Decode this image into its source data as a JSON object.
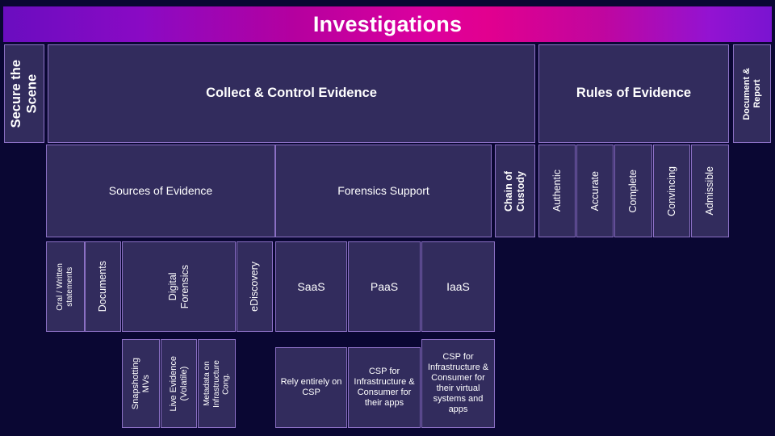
{
  "title": "Investigations",
  "colors": {
    "background": "#0a0733",
    "node_fill": "#322c5d",
    "node_border": "#8b70c4",
    "banner_start": "#6a0dc0",
    "banner_mid": "#dc009e",
    "banner_end": "#7a14d1",
    "text": "#ffffff"
  },
  "rows": {
    "row1": {
      "secure_the_scene": "Secure the\nScene",
      "collect_control_evidence": "Collect & Control Evidence",
      "rules_of_evidence": "Rules of Evidence",
      "document_report": "Document &\nReport"
    },
    "row2": {
      "sources_of_evidence": "Sources of Evidence",
      "forensics_support": "Forensics Support",
      "chain_of_custody": "Chain of\nCustody",
      "authentic": "Authentic",
      "accurate": "Accurate",
      "complete": "Complete",
      "convincing": "Convincing",
      "admissible": "Admissible"
    },
    "row3": {
      "oral_written_statements": "Oral / Written\nstatements",
      "documents": "Documents",
      "digital_forensics": "Digital\nForensics",
      "ediscovery": "eDiscovery",
      "saas": "SaaS",
      "paas": "PaaS",
      "iaas": "IaaS"
    },
    "row4": {
      "snapshotting_mvs": "Snapshotting\nMVs",
      "live_evidence_volatile": "Live Evidence\n(Volatile)",
      "metadata_on_infrastructure_cong": "Metadata on\nInfrastructure\nCong.",
      "saas_detail": "Rely entirely on CSP",
      "paas_detail": "CSP for Infrastructure & Consumer for their apps",
      "iaas_detail": "CSP for Infrastructure & Consumer for their virtual systems and apps"
    }
  }
}
